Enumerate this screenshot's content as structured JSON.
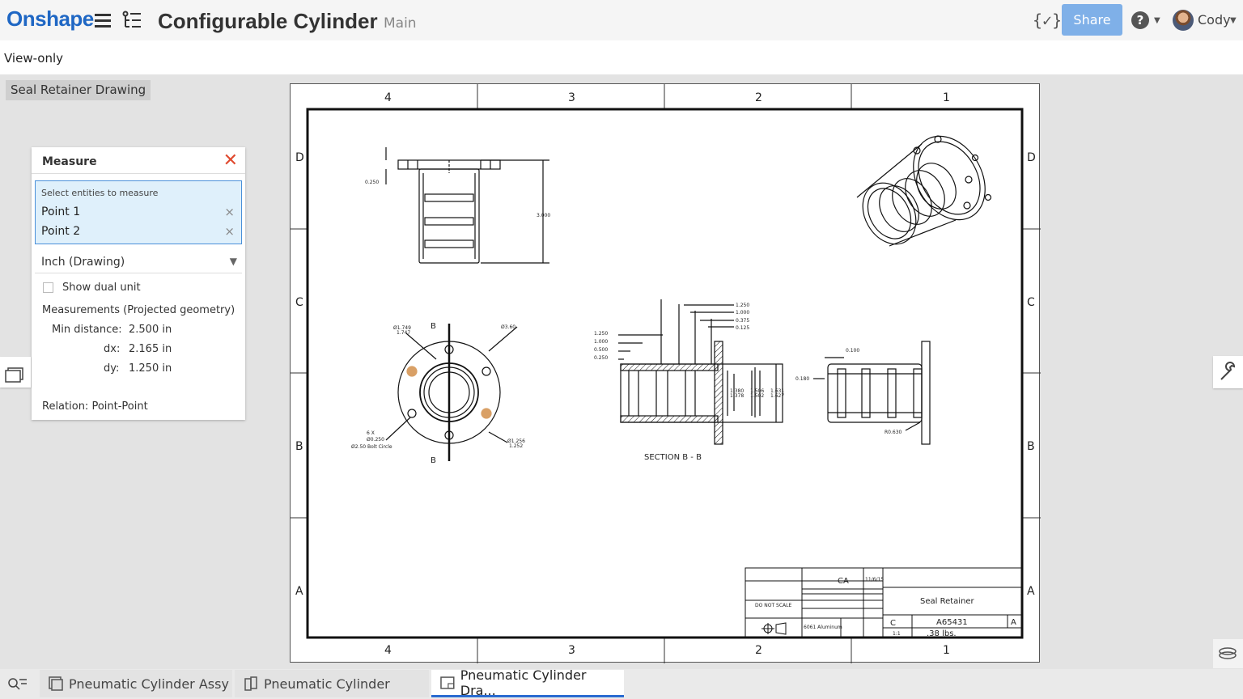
{
  "app": {
    "logo": "Onshape",
    "title": "Configurable Cylinder",
    "branch": "Main"
  },
  "header": {
    "share_label": "Share",
    "fx_label": "{✓}",
    "user_name": "Cody"
  },
  "view_mode": "View-only",
  "drawing_label": "Seal Retainer Drawing",
  "measure": {
    "title": "Measure",
    "hint": "Select entities to measure",
    "selections": [
      "Point 1",
      "Point 2"
    ],
    "unit": "Inch (Drawing)",
    "dual_unit_label": "Show dual unit",
    "section_title": "Measurements (Projected geometry)",
    "rows": [
      {
        "label": "Min distance:",
        "value": "2.500 in"
      },
      {
        "label": "dx:",
        "value": "2.165 in"
      },
      {
        "label": "dy:",
        "value": "1.250 in"
      }
    ],
    "relation": "Relation: Point-Point"
  },
  "sheet": {
    "zones_top": [
      "4",
      "3",
      "2",
      "1"
    ],
    "zones_side": [
      "D",
      "C",
      "B",
      "A"
    ],
    "section_label": "SECTION B - B",
    "dims": {
      "d0250": "0.250",
      "d3000": "3.000",
      "d1749": "Ø1.749",
      "d1747": "1.747",
      "d360": "Ø3.60",
      "d1256": "Ø1.256",
      "d1252": "1.252",
      "bolt1": "6 X",
      "bolt2": "Ø0.250",
      "bolt3": "Ø2.50 Bolt Circle",
      "s1250": "1.250",
      "s1000": "1.000",
      "s0375": "0.375",
      "s0125": "0.125",
      "l1250": "1.250",
      "l1000": "1.000",
      "l0500": "0.500",
      "l0250": "0.250",
      "v1380": "1.380",
      "v1378": "1.378",
      "v1506": "1.506",
      "v1502": "1.502",
      "v1631": "1.631",
      "v1627": "1.627",
      "r0100": "0.100",
      "r0180": "0.180",
      "r0630": "R0.630",
      "b_label": "B"
    },
    "title_block": {
      "part_name": "Seal Retainer",
      "drawn_by": "CA",
      "part_no": "A65431",
      "size": "C",
      "rev": "A",
      "weight": ".38 lbs.",
      "scale": "1:1",
      "material": "6061 Aluminum",
      "date": "11/6/15",
      "do_not_scale": "DO NOT SCALE"
    }
  },
  "tabs": [
    {
      "label": "Pneumatic Cylinder Assy",
      "active": false
    },
    {
      "label": "Pneumatic Cylinder",
      "active": false
    },
    {
      "label": "Pneumatic Cylinder Dra...",
      "active": true
    }
  ]
}
